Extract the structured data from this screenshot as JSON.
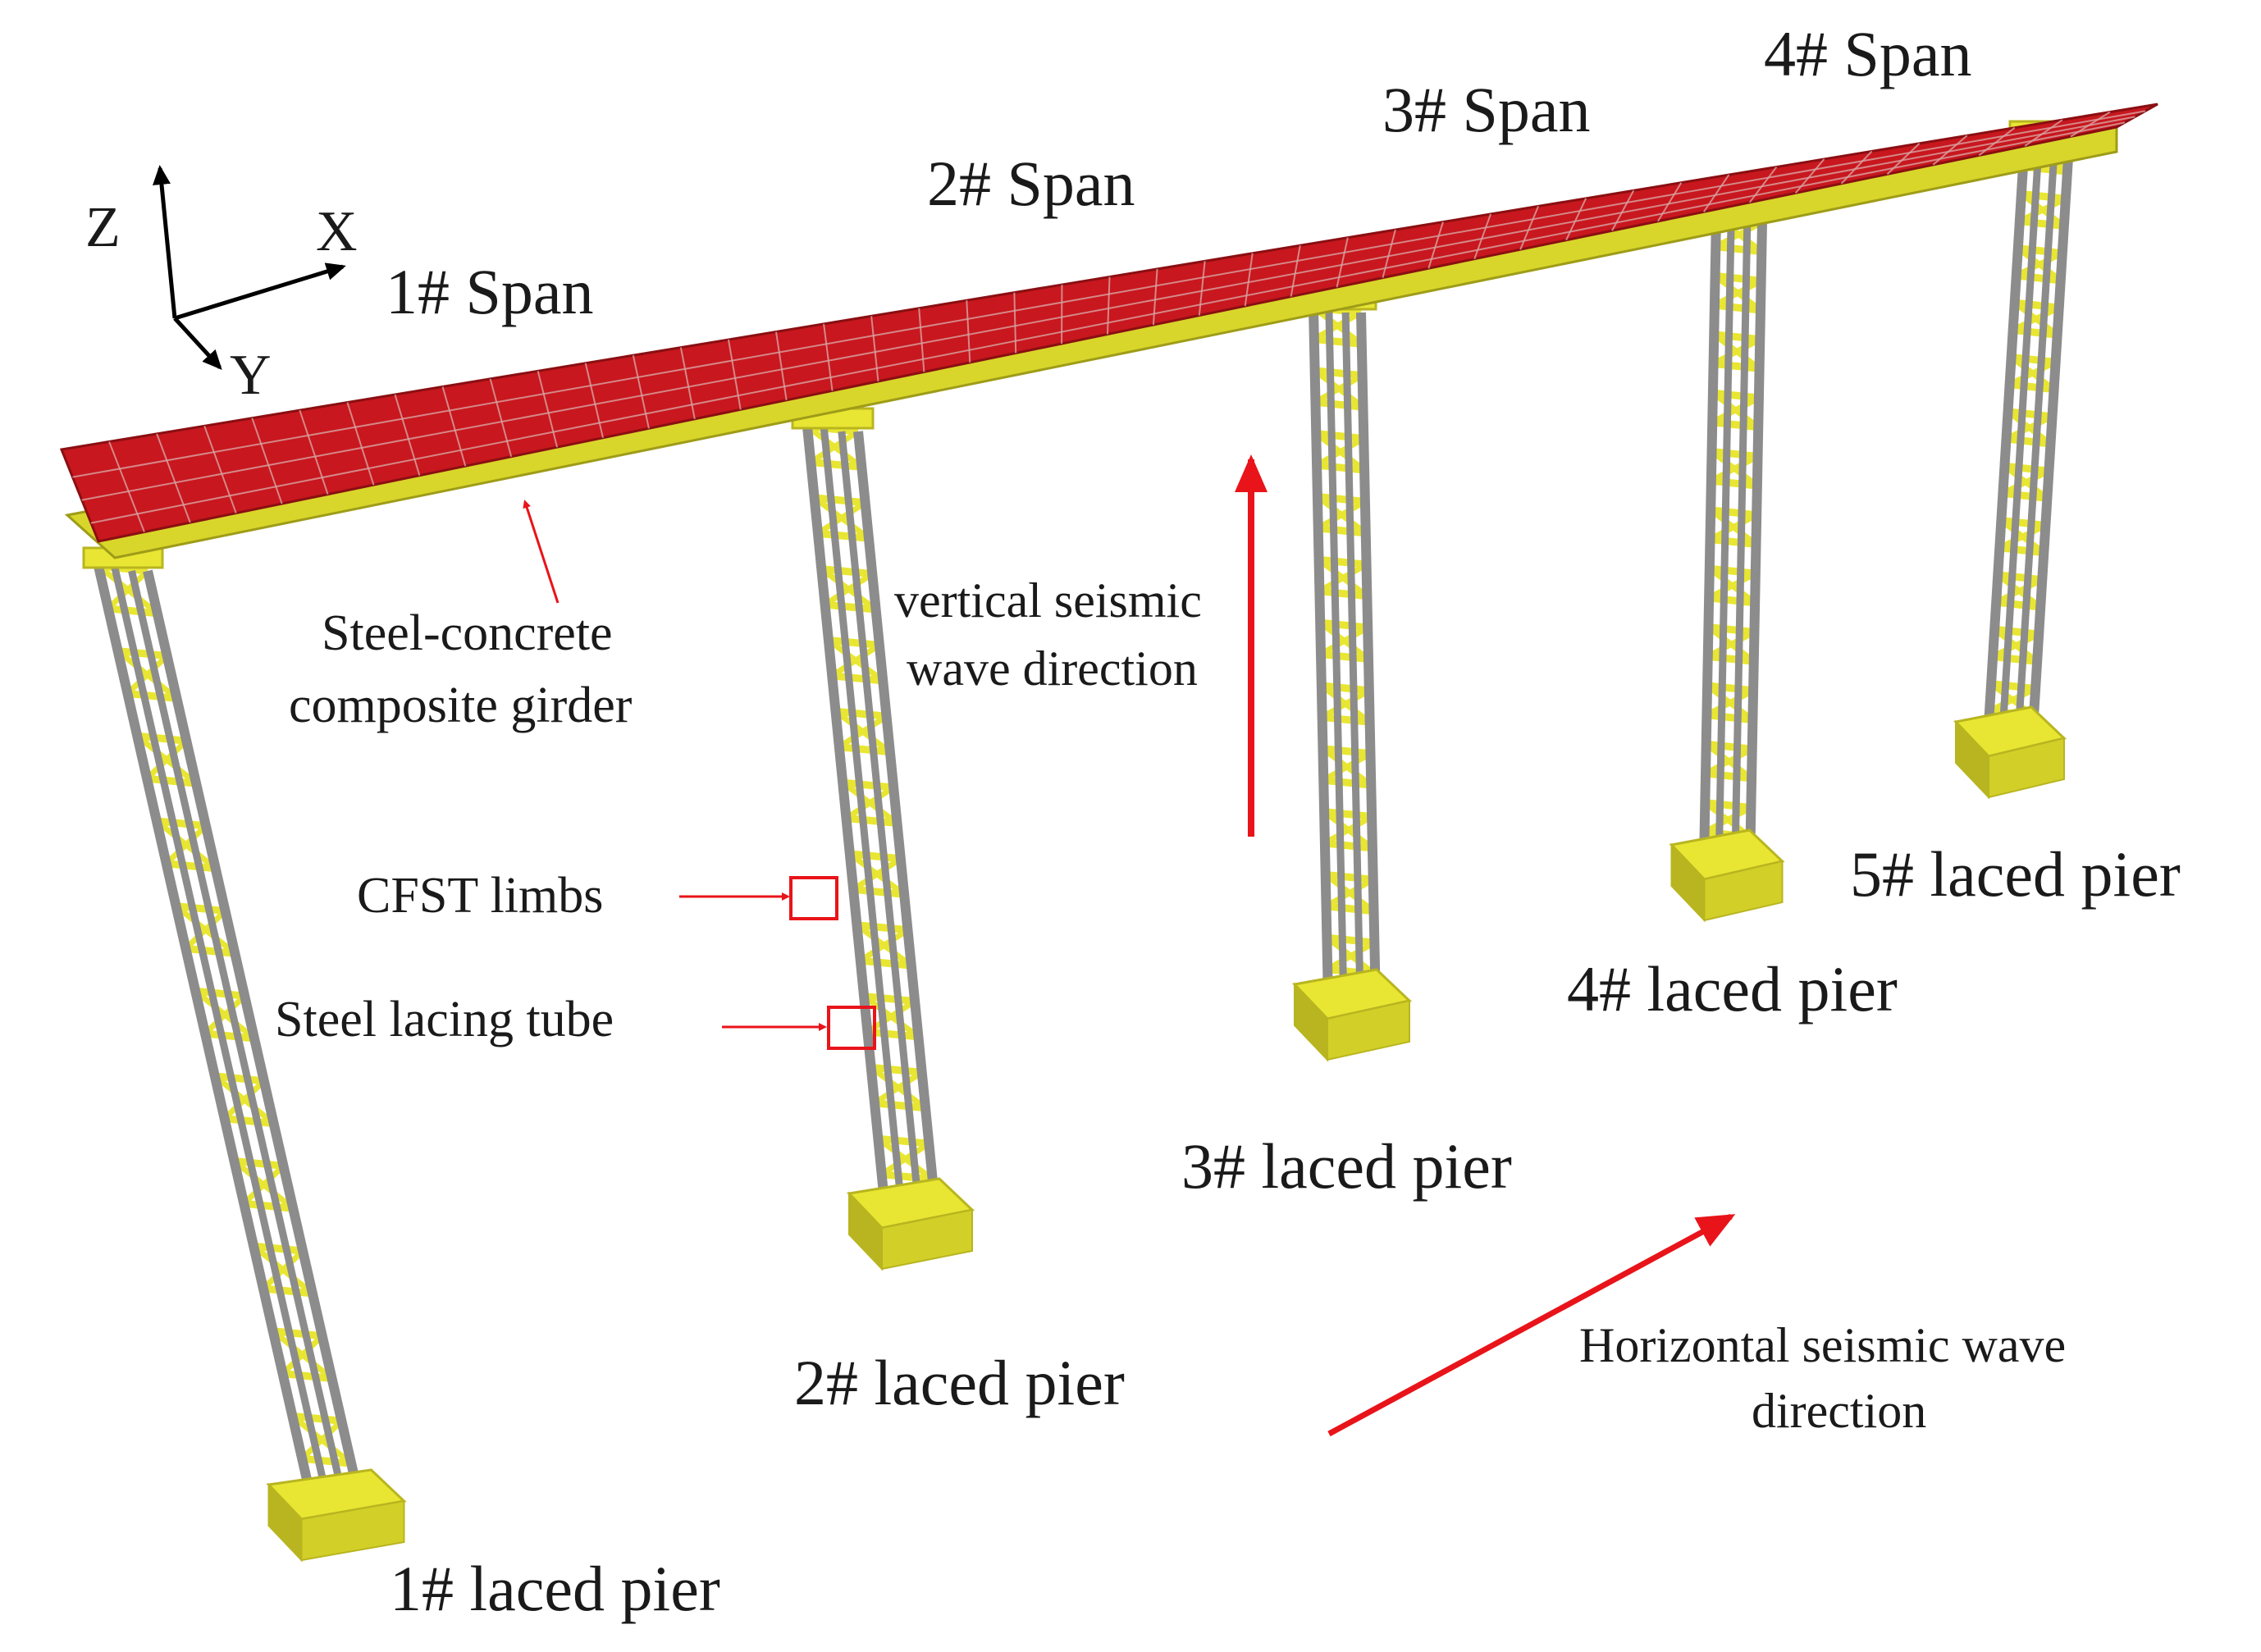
{
  "axes": {
    "z": "Z",
    "x": "X",
    "y": "Y"
  },
  "spans": [
    "1# Span",
    "2# Span",
    "3# Span",
    "4# Span"
  ],
  "piers": [
    "1# laced pier",
    "2# laced pier",
    "3# laced pier",
    "4# laced pier",
    "5# laced pier"
  ],
  "girder_label": {
    "line1": "Steel-concrete",
    "line2": "composite girder"
  },
  "cfst_label": "CFST limbs",
  "lacing_label": "Steel lacing tube",
  "vertical_wave": {
    "line1": "vertical seismic",
    "line2": "wave direction"
  },
  "horizontal_wave": {
    "line1": "Horizontal seismic wave",
    "line2": "direction"
  },
  "colors": {
    "deck": "#c8171e",
    "deck_grid": "#d9a3a3",
    "pier_yellow": "#e8e632",
    "pier_yellow_dark": "#b8b520",
    "limb_grey": "#8c8c8c",
    "arrow_red": "#e8141a",
    "text": "#1a1a1a"
  }
}
